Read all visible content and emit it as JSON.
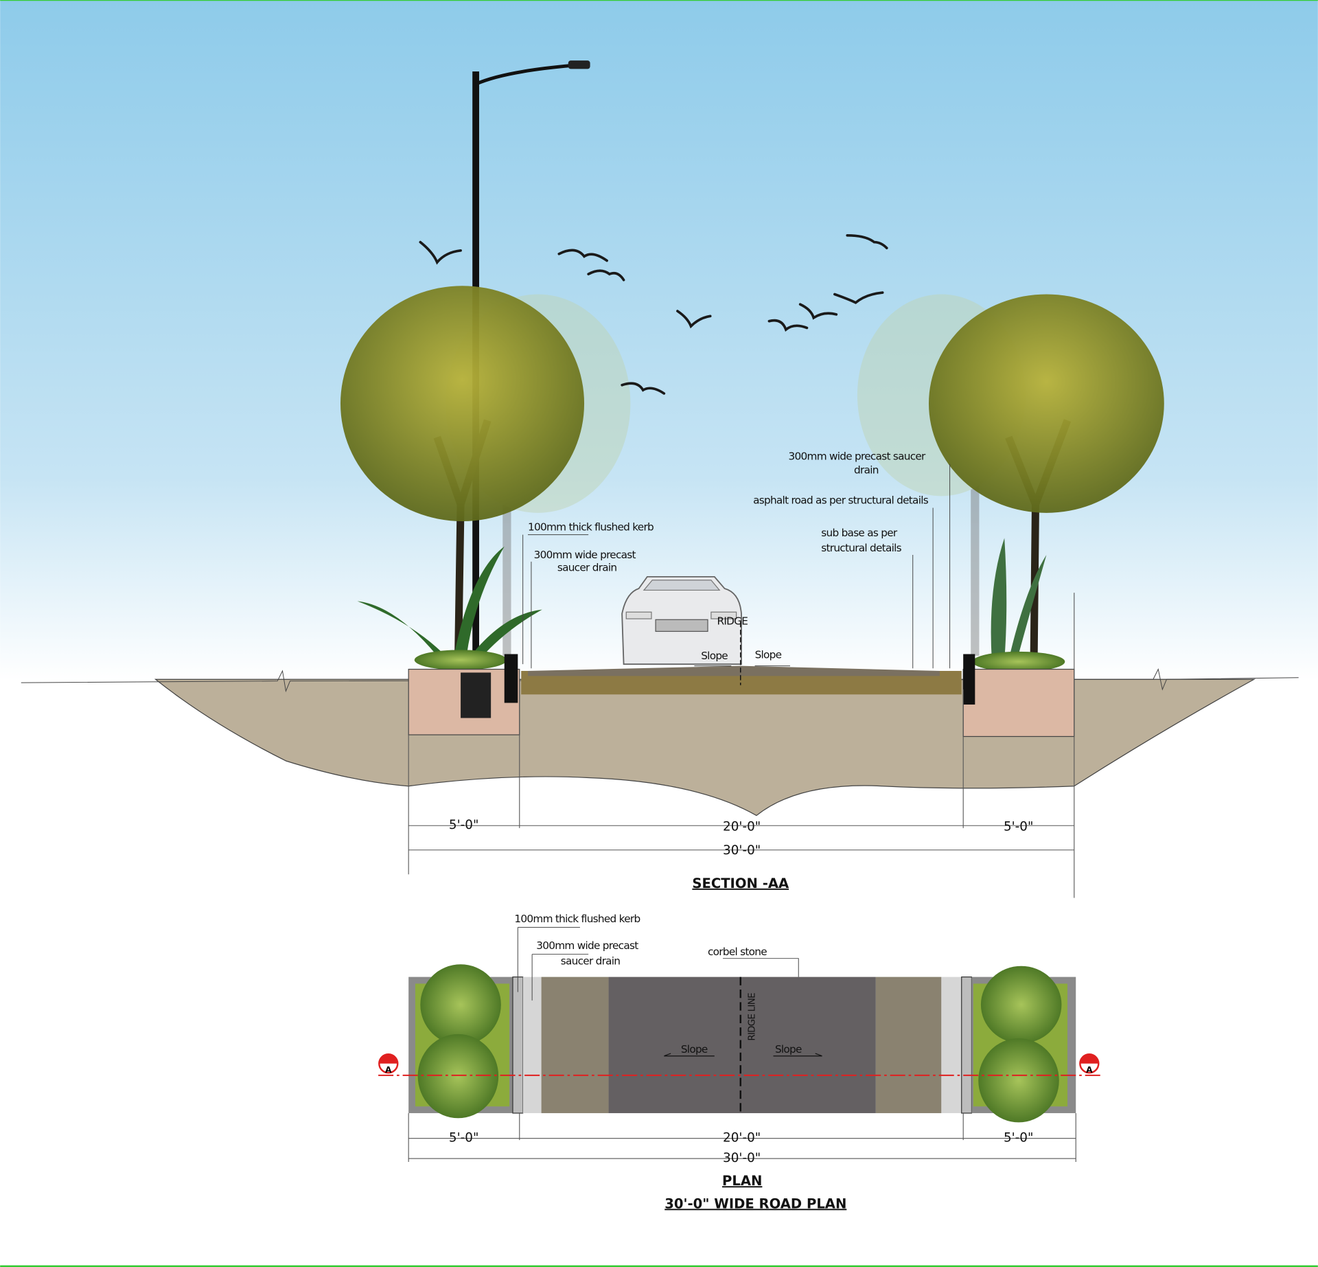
{
  "section": {
    "title": "SECTION -AA",
    "labels": {
      "kerb": "100mm thick flushed kerb",
      "drain_left_1": "300mm wide precast",
      "drain_left_2": "saucer drain",
      "drain_right_1": "300mm wide precast saucer",
      "drain_right_2": "drain",
      "asphalt": "asphalt road as per structural details",
      "subbase_1": "sub base as per",
      "subbase_2": "structural details",
      "ridge": "RIDGE",
      "slope_left": "Slope",
      "slope_right": "Slope"
    },
    "dimensions": {
      "left": "5'-0\"",
      "center": "20'-0\"",
      "right": "5'-0\"",
      "total": "30'-0\""
    }
  },
  "plan": {
    "title": "PLAN",
    "subtitle": "30'-0\" WIDE ROAD PLAN",
    "labels": {
      "kerb": "100mm thick flushed kerb",
      "drain_1": "300mm wide precast",
      "drain_2": "saucer drain",
      "corbel": "corbel stone",
      "ridge_line": "RIDGE LINE",
      "slope_left": "Slope",
      "slope_right": "Slope",
      "section_marker": "A"
    },
    "dimensions": {
      "left": "5'-0\"",
      "center": "20'-0\"",
      "right": "5'-0\"",
      "total": "30'-0\""
    }
  },
  "colors": {
    "sky_top": "#8ecbea",
    "soil": "#bcb09a",
    "planter": "#dcb8a4",
    "asphalt": "#646062",
    "paving": "#8a8270",
    "section_line": "#e02020"
  }
}
